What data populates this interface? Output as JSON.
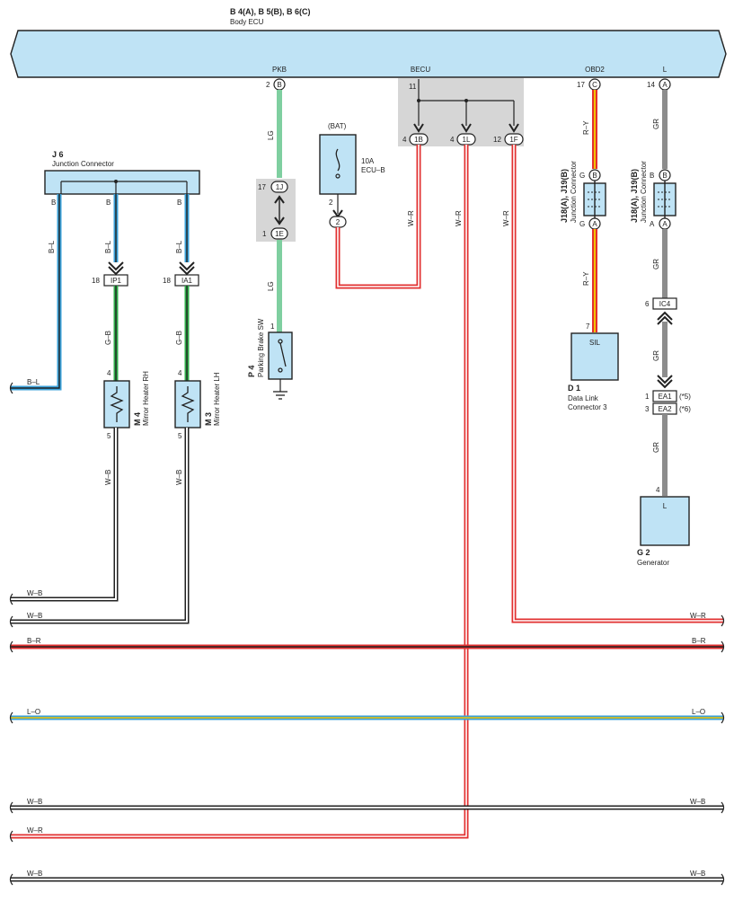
{
  "ecu": {
    "codes": "B 4(A), B 5(B), B 6(C)",
    "name": "Body ECU",
    "terminals": {
      "pkb": "PKB",
      "becu": "BECU",
      "obd2": "OBD2",
      "l": "L"
    }
  },
  "pins": {
    "pkb_num": "2",
    "pkb_conn": "B",
    "obd2_num": "17",
    "obd2_conn": "C",
    "l_num": "14",
    "l_conn": "A",
    "becu_bus": "11",
    "becu_1b_num": "4",
    "becu_1b": "1B",
    "becu_1l_num": "4",
    "becu_1l": "1L",
    "becu_1f_num": "12",
    "becu_1f": "1F",
    "j_1j_num": "17",
    "j_1j": "1J",
    "j_1e_num": "1",
    "j_1e": "1E",
    "fuse_pin_num": "2",
    "fuse_pin": "2",
    "ip1_num": "18",
    "ip1": "IP1",
    "ia1_num": "18",
    "ia1": "IA1",
    "rh_in": "4",
    "rh_out": "5",
    "lh_in": "4",
    "lh_out": "5",
    "pb_sw": "1",
    "sil_pin": "7",
    "j18_top_g": "G",
    "j18_top_b": "B",
    "j18_bot_g": "G",
    "j18_bot_a": "A",
    "j19_top_b": "B",
    "j19_top_b2": "B",
    "j19_bot_a": "A",
    "j19_bot_a2": "A",
    "ic4_num": "6",
    "ic4": "IC4",
    "ea1_num": "1",
    "ea1": "EA1",
    "ea1_note": "(*5)",
    "ea2_num": "3",
    "ea2": "EA2",
    "ea2_note": "(*6)",
    "gen_pin": "4"
  },
  "components": {
    "j6_code": "J 6",
    "j6_name": "Junction Connector",
    "j6_b1": "B",
    "j6_b2": "B",
    "j6_b3": "B",
    "fuse_bat": "(BAT)",
    "fuse_amp": "10A",
    "fuse_name": "ECU–B",
    "p4_code": "P 4",
    "p4_name": "Parking Brake SW",
    "m4_code": "M 4",
    "m4_name": "Mirror Heater RH",
    "m3_code": "M 3",
    "m3_name": "Mirror Heater LH",
    "d1_code": "D 1",
    "d1_name1": "Data Link",
    "d1_name2": "Connector 3",
    "d1_terminal": "SIL",
    "j18_code": "J18(A), J19(B)",
    "j18_name": "Junction Connector",
    "j19_code": "J18(A), J19(B)",
    "j19_name": "Junction Connector",
    "g2_code": "G 2",
    "g2_name": "Generator",
    "g2_terminal": "L"
  },
  "wires": {
    "lg_top": "LG",
    "lg_bottom": "LG",
    "b_l_left": "B–L",
    "b_l_mid": "B–L",
    "b_l_right": "B–L",
    "g_b_rh": "G–B",
    "g_b_lh": "G–B",
    "w_b_rh": "W–B",
    "w_b_lh": "W–B",
    "w_r_fuse": "W–R",
    "w_r_1l": "W–R",
    "w_r_1f": "W–R",
    "r_y_top": "R–Y",
    "r_y_bottom": "R–Y",
    "gr_top": "GR",
    "gr_mid": "GR",
    "gr_low": "GR",
    "gr_bottom": "GR"
  },
  "bottom_lines": [
    {
      "left": "B–L",
      "right": ""
    },
    {
      "left": "W–B",
      "right": ""
    },
    {
      "left": "W–B",
      "right": "W–R"
    },
    {
      "left": "B–R",
      "right": "B–R"
    },
    {
      "left": "L–O",
      "right": "L–O"
    },
    {
      "left": "W–B",
      "right": "W–B"
    },
    {
      "left": "W–R",
      "right": ""
    },
    {
      "left": "W–B",
      "right": "W–B"
    }
  ],
  "colors": {
    "ecu_fill": "#bfe3f5",
    "gray_block": "#d6d6d6",
    "wire_lg": "#7fcfa0",
    "wire_gr": "#8c8c8c",
    "wire_red": "#e23030",
    "wire_blue": "#3aa0d8",
    "wire_green": "#2fae4a",
    "wire_yellow": "#f2c200",
    "wire_black": "#222222",
    "wire_gray_light": "#bdbdbd"
  }
}
